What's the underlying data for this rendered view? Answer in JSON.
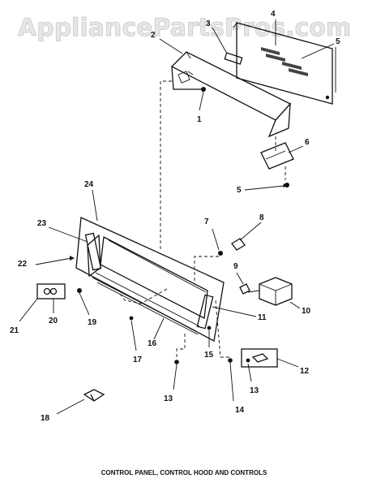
{
  "watermark": "AppliancePartsPros.com",
  "caption": "CONTROL PANEL, CONTROL HOOD AND CONTROLS",
  "callouts": {
    "c1": "1",
    "c2": "2",
    "c3": "3",
    "c4": "4",
    "c5a": "5",
    "c5b": "5",
    "c6": "6",
    "c7": "7",
    "c8": "8",
    "c9": "9",
    "c10": "10",
    "c11": "11",
    "c12": "12",
    "c13a": "13",
    "c13b": "13",
    "c14": "14",
    "c15": "15",
    "c16": "16",
    "c17": "17",
    "c18": "18",
    "c19": "19",
    "c20": "20",
    "c21": "21",
    "c22": "22",
    "c23": "23",
    "c24": "24"
  }
}
